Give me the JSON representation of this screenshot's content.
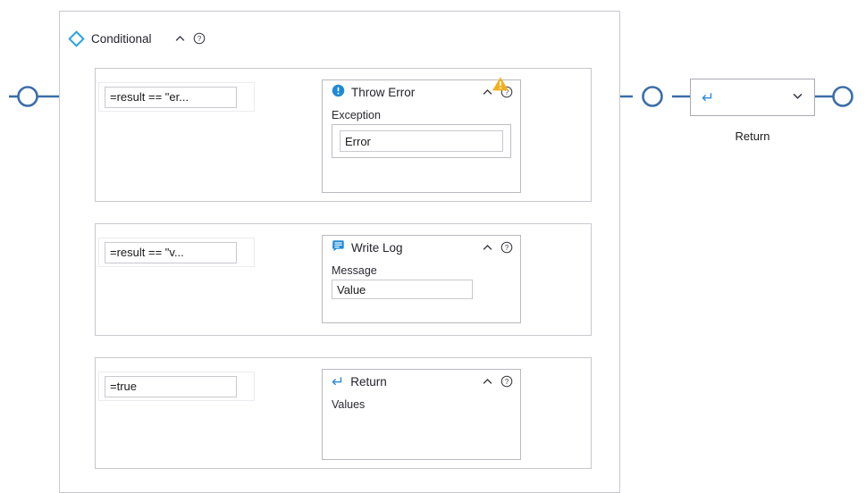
{
  "canvas": {
    "background": "#ffffff",
    "wire_color": "#3a6ea8",
    "border_color": "#c8c8ce"
  },
  "conditional": {
    "title": "Conditional",
    "icon": "diamond-icon",
    "collapse_icon": "chevron-up-icon",
    "help_icon": "help-icon",
    "accent": "#29a3e0"
  },
  "branches": [
    {
      "condition": "=result == \"er...",
      "node": {
        "title": "Throw Error",
        "icon": "error-info-icon",
        "icon_color": "#1f8ad6",
        "collapse_icon": "chevron-up-icon",
        "help_icon": "help-icon",
        "warning_icon": "warning-triangle-icon",
        "warning_color": "#f2b01e",
        "field_label": "Exception",
        "field_value": "Error",
        "has_field_box": true
      }
    },
    {
      "condition": "=result == \"v...",
      "node": {
        "title": "Write Log",
        "icon": "message-log-icon",
        "icon_color": "#1f8ad6",
        "collapse_icon": "chevron-up-icon",
        "help_icon": "help-icon",
        "warning_icon": "",
        "field_label": "Message",
        "field_value": "Value",
        "has_field_box": false
      }
    },
    {
      "condition": "=true",
      "node": {
        "title": "Return",
        "icon": "return-arrow-icon",
        "icon_color": "#2b8ad8",
        "collapse_icon": "chevron-up-icon",
        "help_icon": "help-icon",
        "warning_icon": "",
        "field_label": "Values",
        "field_value": "",
        "has_field_box": false
      }
    }
  ],
  "return_node": {
    "caption": "Return",
    "icon": "return-arrow-icon",
    "expand_icon": "chevron-down-icon"
  }
}
